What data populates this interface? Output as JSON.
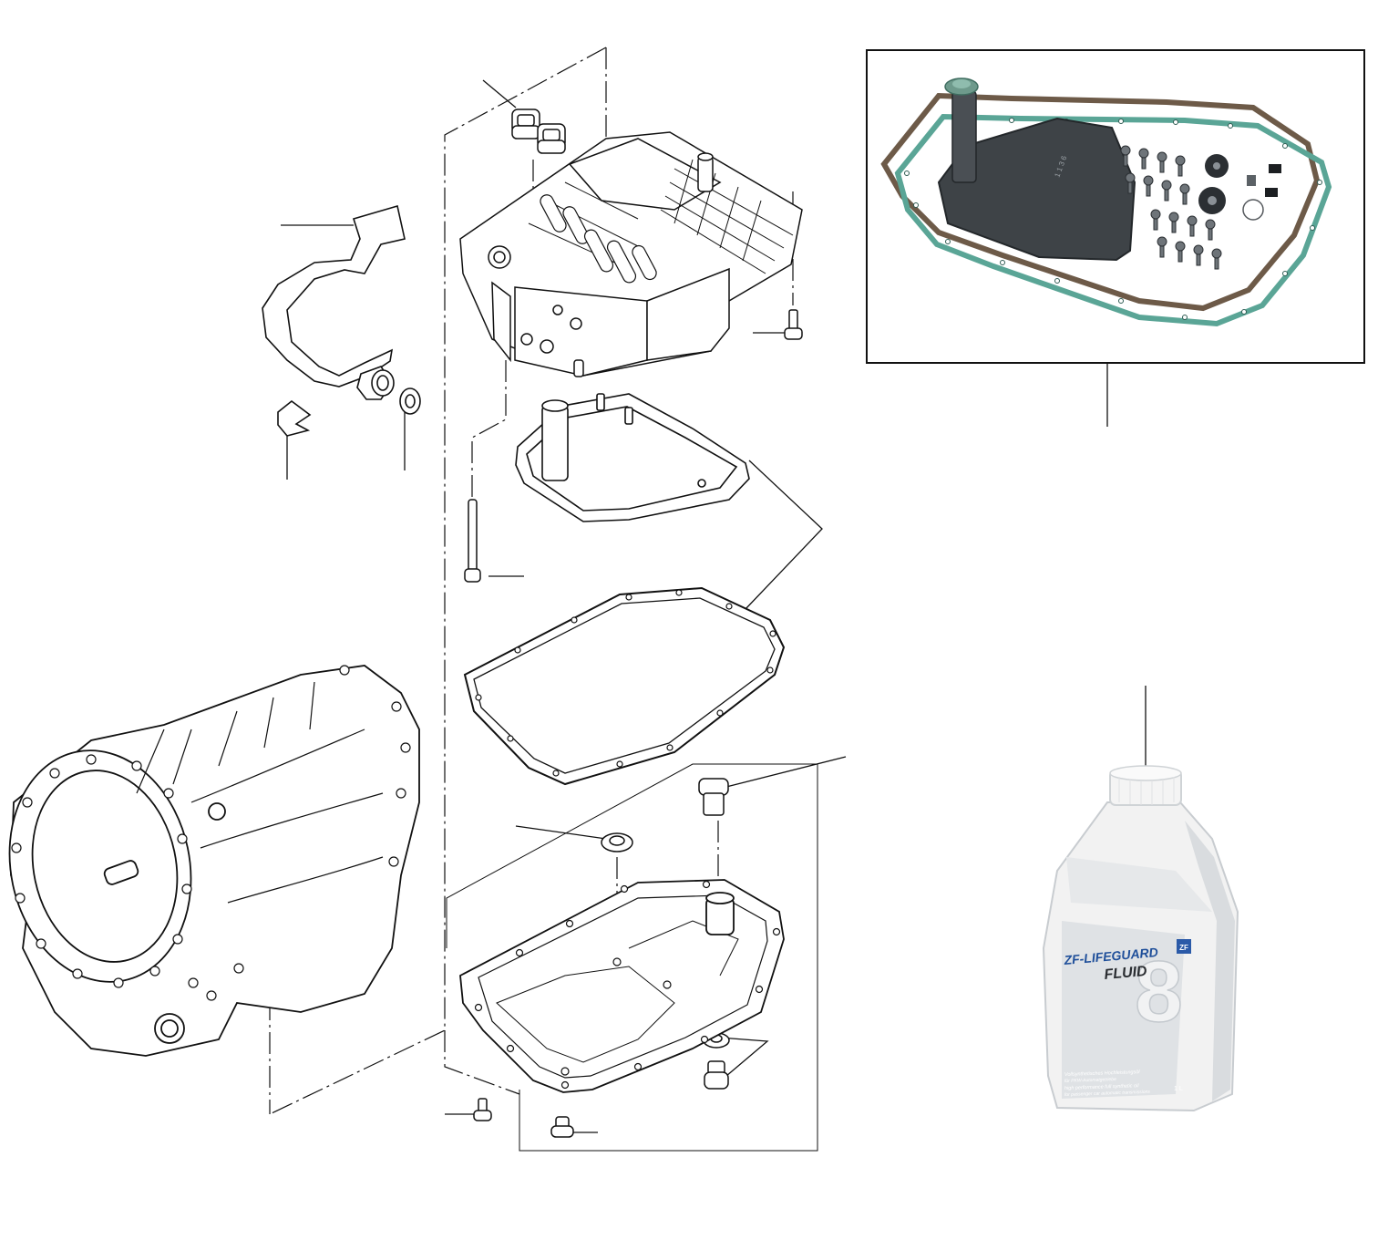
{
  "diagram": {
    "kind": "exploded-parts",
    "colors": {
      "line": "#111111",
      "gasket_green": "#5aa596",
      "gasket_brown": "#6d5a48",
      "pan_dark": "#3e4347",
      "bottle_white": "#f2f2f2",
      "bottle_shade": "#d9dcdf",
      "zf_blue": "#2b5aa8",
      "fluid_blue": "#1f4f9a"
    },
    "bottle": {
      "brand_line": "ZF-LIFEGUARD",
      "product_line": "FLUID",
      "badge": "ZF",
      "big_number": "8",
      "small_text_1": "Vollsynthetisches Hochleistungsöl",
      "small_text_2": "für PKW-Automatgetriebe",
      "small_text_3": "high performance full synthetic oil",
      "small_text_4": "for passenger car automatic transmissions",
      "volume": "1 L"
    },
    "filter_code": "1 1 3 6"
  }
}
